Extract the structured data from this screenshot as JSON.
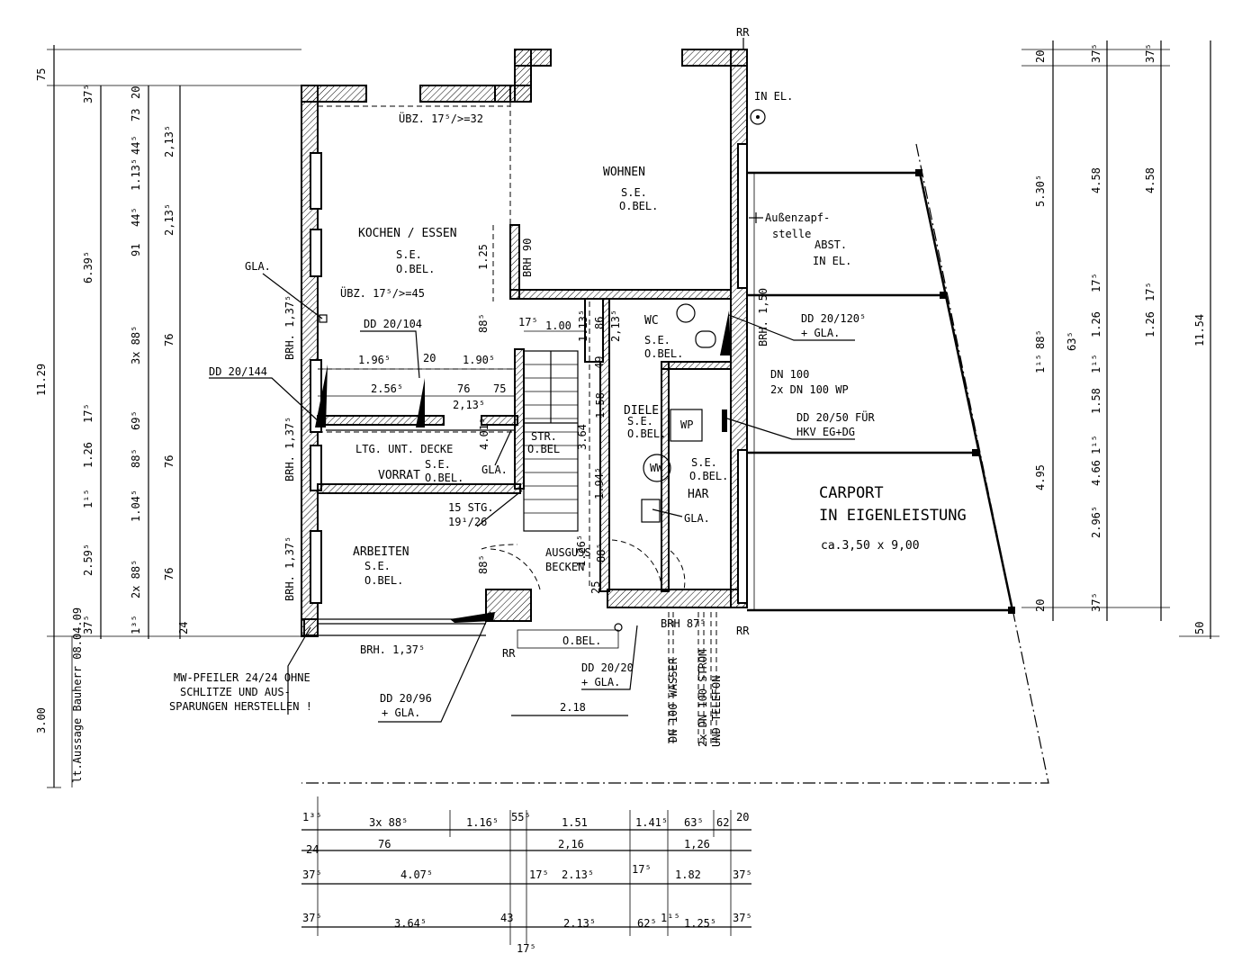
{
  "rooms": {
    "kochen": {
      "name": "KOCHEN / ESSEN",
      "l1": "S.E.",
      "l2": "O.BEL."
    },
    "wohnen": {
      "name": "WOHNEN",
      "l1": "S.E.",
      "l2": "O.BEL."
    },
    "wc": {
      "name": "WC",
      "l1": "S.E.",
      "l2": "O.BEL."
    },
    "diele": {
      "name": "DIELE",
      "l1": "S.E.",
      "l2": "O.BEL."
    },
    "har": {
      "name": "HAR",
      "l1": "S.E.",
      "l2": "O.BEL."
    },
    "vorrat": {
      "name": "VORRAT",
      "l1": "S.E.",
      "l2": "O.BEL."
    },
    "arbeiten": {
      "name": "ARBEITEN",
      "l1": "S.E.",
      "l2": "O.BEL."
    },
    "carport": {
      "l1": "CARPORT",
      "l2": "IN EIGENLEISTUNG",
      "size": "ca.3,50  x  9,00"
    },
    "abst": {
      "l1": "ABST.",
      "l2": "IN EL."
    }
  },
  "labels": {
    "rr_top": "RR",
    "rr_right": "RR",
    "rr_left": "RR",
    "in_el": "IN  EL.",
    "aussenzapf1": "Außenzapf-",
    "aussenzapf2": "stelle",
    "ubz_top": "ÜBZ. 17⁵/>=32",
    "ubz_mid": "ÜBZ.  17⁵/>=45",
    "gla_left": "GLA.",
    "dd_20_104": "DD 20/104",
    "dd_20_144": "DD 20/144",
    "brh_90": "BRH 90",
    "brh_150": "BRH. 1,50",
    "brh_137_a": "BRH. 1,37⁵",
    "brh_137_b": "BRH. 1,37⁵",
    "brh_137_c": "BRH. 1,37⁵",
    "brh_137_bottom": "BRH. 1,37⁵",
    "brh_875": "BRH  87⁵",
    "ltg": "LTG.  UNT.  DECKE",
    "str": "STR.",
    "str_obel": "O.BEL",
    "gla_vorrat": "GLA.",
    "stg1": "15  STG.",
    "stg2": "19¹/26",
    "ausguss1": "AUSGUSS",
    "ausguss2": "BECKEN",
    "wp": "WP",
    "ww": "WW",
    "gla_har": "GLA.",
    "dd_20_120a": "DD 20/120⁵",
    "dd_20_120b": "+ GLA.",
    "dn100a": "DN 100",
    "dn100b": "2x DN 100 WP",
    "dd_20_50a": "DD 20/50  FÜR",
    "dd_20_50b": "HKV  EG+DG",
    "obel_bottom": "O.BEL.",
    "dd_20_20a": "DD 20/20",
    "dd_20_20b": "+ GLA.",
    "dd_20_96a": "DD 20/96",
    "dd_20_96b": "+ GLA.",
    "mw1": "MW-PFEILER 24/24  OHNE",
    "mw2": "SCHLITZE  UND  AUS-",
    "mw3": "SPARUNGEN  HERSTELLEN !",
    "dn100_wasser": "DN 100 WASSER",
    "strom1": "2x DN 100 STROM",
    "strom2": "UND TELEFON",
    "dim_218": "2.18",
    "aussage": "lt.Aussage  Bauherr  08.04.09",
    "dim_300": "3.00"
  },
  "inner_dims": {
    "d196": "1.96⁵",
    "d20": "20",
    "d190": "1.90⁵",
    "d256": "2.56⁵",
    "d76": "76",
    "d75": "75",
    "d213": "2,13⁵",
    "d175": "17⁵",
    "d100": "1.00",
    "d113": "1.13⁵",
    "d86": "86",
    "d2135": "2,13⁵",
    "d158": "1.58",
    "d49": "49",
    "d364": "3.64",
    "d194": "1.94⁵",
    "d401": "4.01⁵",
    "d125": "1.25",
    "d885a": "88⁵",
    "d885b": "88⁵",
    "d25": "25",
    "d1265": "1.26⁵",
    "d885c": "88⁵"
  },
  "left_dims": {
    "c1": [
      "75",
      "11.29",
      "3.00"
    ],
    "c2": [
      "37⁵",
      "6.39⁵",
      "1.26",
      "1¹⁵",
      "2.59⁵",
      "37⁵",
      "17⁵"
    ],
    "c3": [
      "20",
      "73",
      "44⁵",
      "1.13⁵",
      "44⁵",
      "91",
      "3x 88⁵",
      "69⁵",
      "88⁵",
      "1.04⁵",
      "2x 88⁵",
      "1³⁵"
    ],
    "c4": [
      "2,13⁵",
      "2,13⁵",
      "76",
      "76",
      "76",
      "24"
    ]
  },
  "right_dims": {
    "c1": [
      "20",
      "5.30⁵",
      "88⁵",
      "1¹⁵",
      "4.95",
      "20"
    ],
    "c2": [
      "37⁵",
      "4.58",
      "17⁵",
      "63⁵",
      "1.26",
      "1¹⁵",
      "1.58",
      "1¹⁵",
      "4.66",
      "2.96⁵",
      "37⁵"
    ],
    "c3": [
      "37⁵",
      "4.58",
      "17⁵",
      "1.26",
      "11.54",
      "50"
    ]
  },
  "bottom_dims": {
    "r1": [
      "1³⁵",
      "3x 88⁵",
      "1.16⁵",
      "55⁵",
      "1.51",
      "1.41⁵",
      "63⁵",
      "62",
      "20"
    ],
    "r2": [
      "24",
      "76",
      "2,16",
      "1,26"
    ],
    "r3": [
      "37⁵",
      "4.07⁵",
      "17⁵",
      "2.13⁵",
      "17⁵",
      "1.82",
      "37⁵"
    ],
    "r4": [
      "37⁵",
      "3.64⁵",
      "43",
      "2.13⁵",
      "62⁵",
      "1¹⁵",
      "1.25⁵",
      "37⁵",
      "17⁵"
    ]
  }
}
